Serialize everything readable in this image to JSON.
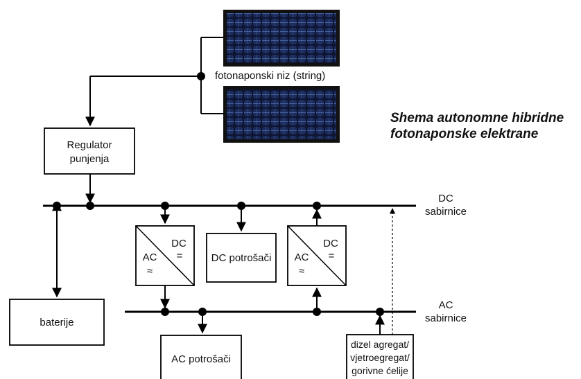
{
  "title_line1": "Shema autonomne hibridne",
  "title_line2": "fotonaponske elektrane",
  "pv_array_label": "fotonaponski niz (string)",
  "charge_regulator": {
    "line1": "Regulator",
    "line2": "punjenja"
  },
  "dc_bus": {
    "line1": "DC",
    "line2": "sabirnice"
  },
  "ac_bus": {
    "line1": "AC",
    "line2": "sabirnice"
  },
  "batteries": "baterije",
  "dc_loads": "DC potrošači",
  "ac_loads": "AC potrošači",
  "converter": {
    "dc": "DC",
    "dc_sym": "=",
    "ac": "AC",
    "ac_sym": "≈"
  },
  "generators": {
    "line1": "dizel agregat/",
    "line2": "vjetroegregat/",
    "line3": "gorivne ćelije"
  },
  "colors": {
    "panel_frame": "#111111",
    "panel_cell": "#1c2b5a",
    "panel_grid": "#4a6aa8"
  }
}
